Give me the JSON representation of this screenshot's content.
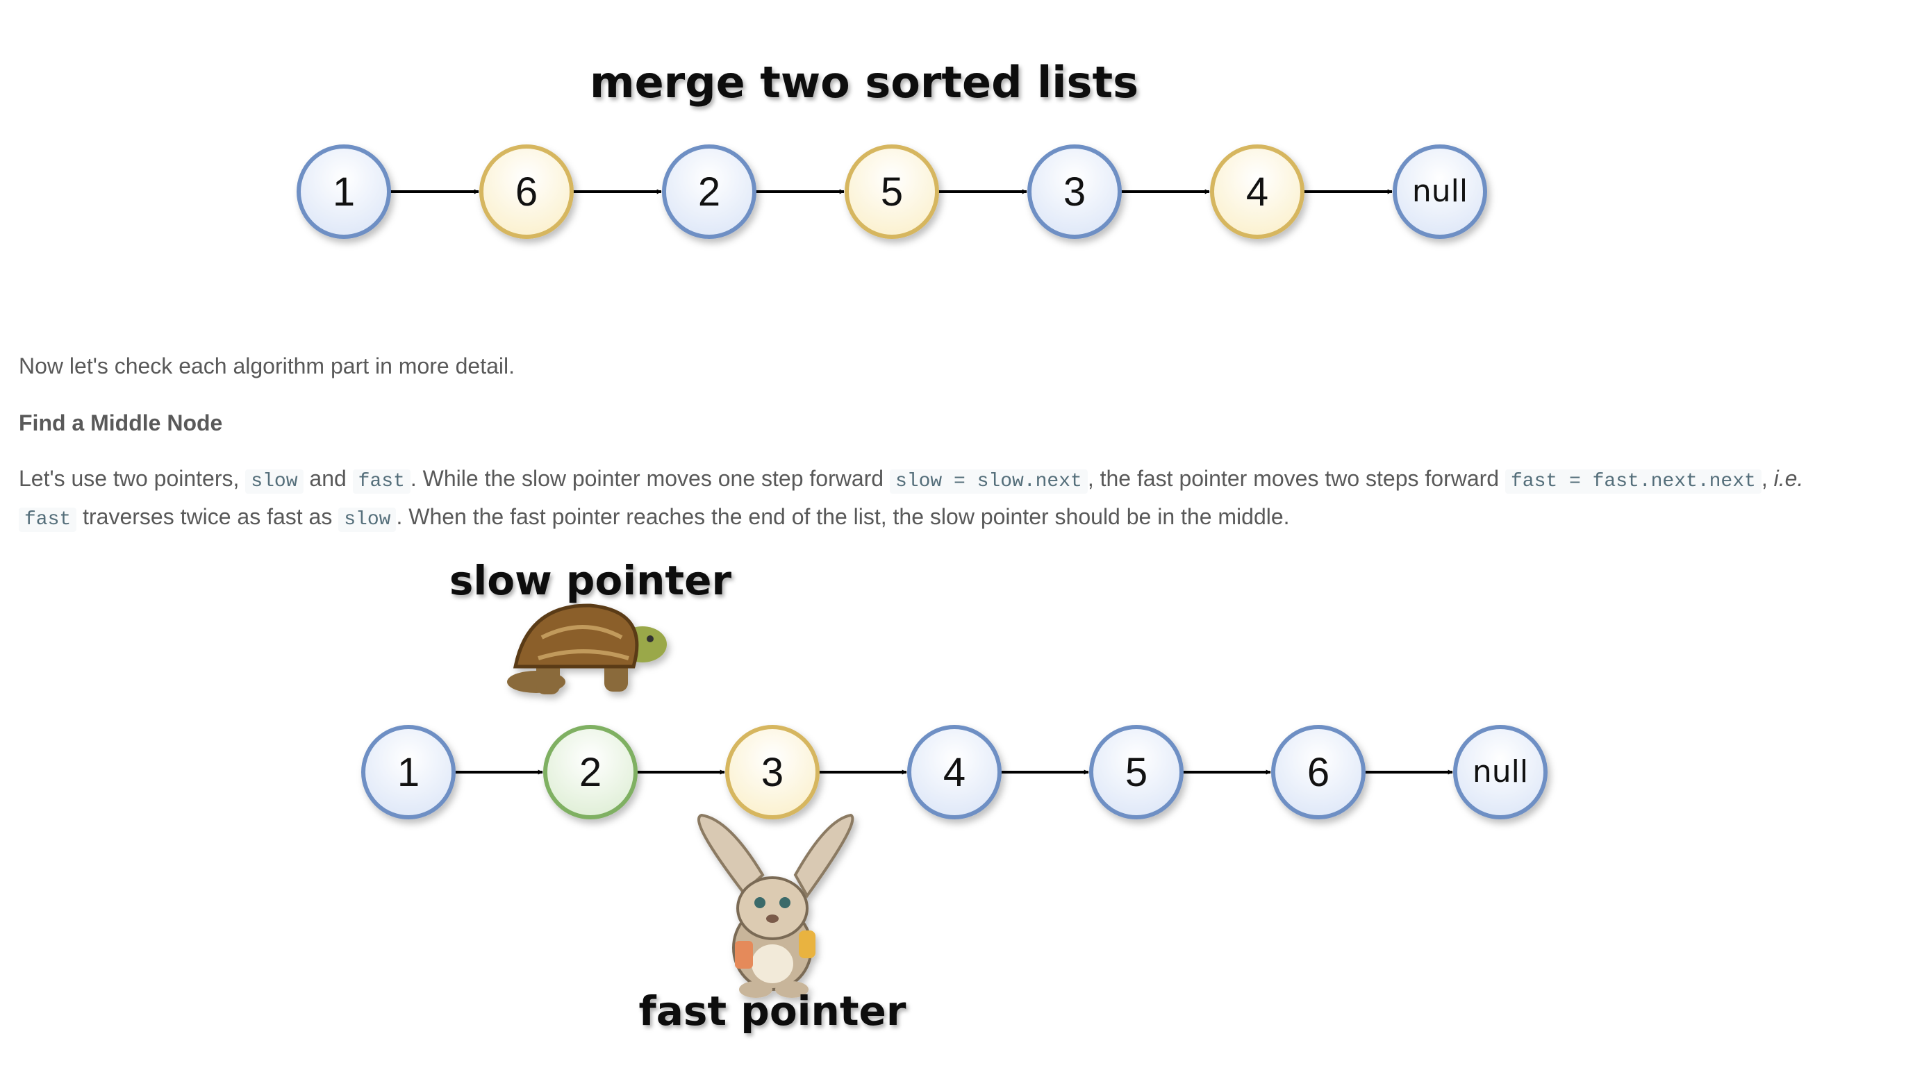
{
  "figure1": {
    "title": "merge two sorted lists",
    "nodes": [
      {
        "label": "1",
        "color": "blue"
      },
      {
        "label": "6",
        "color": "yellow"
      },
      {
        "label": "2",
        "color": "blue"
      },
      {
        "label": "5",
        "color": "yellow"
      },
      {
        "label": "3",
        "color": "blue"
      },
      {
        "label": "4",
        "color": "yellow"
      },
      {
        "label": "null",
        "color": "blue"
      }
    ]
  },
  "intro_text": "Now let's check each algorithm part in more detail.",
  "section_heading": "Find a Middle Node",
  "paragraph": {
    "p1": "Let's use two pointers, ",
    "c1": "slow",
    "p2": " and ",
    "c2": "fast",
    "p3": ". While the slow pointer moves one step forward ",
    "c3": "slow = slow.next",
    "p4": ", the fast pointer moves two steps forward ",
    "c4": "fast = fast.next.next",
    "p5": ", ",
    "em1": "i.e.",
    "p6": " ",
    "c5": "fast",
    "p7": " traverses twice as fast as ",
    "c6": "slow",
    "p8": ". When the fast pointer reaches the end of the list, the slow pointer should be in the middle."
  },
  "figure2": {
    "slow_label": "slow pointer",
    "fast_label": "fast pointer",
    "nodes": [
      {
        "label": "1",
        "color": "blue"
      },
      {
        "label": "2",
        "color": "green"
      },
      {
        "label": "3",
        "color": "yellow"
      },
      {
        "label": "4",
        "color": "blue"
      },
      {
        "label": "5",
        "color": "blue"
      },
      {
        "label": "6",
        "color": "blue"
      },
      {
        "label": "null",
        "color": "blue"
      }
    ]
  },
  "colors": {
    "blue_stroke": "#6e8fc4",
    "blue_fill": "#eef3fc",
    "yellow_stroke": "#d6b65e",
    "yellow_fill": "#fdf8e6",
    "green_stroke": "#7fb062",
    "green_fill": "#eef6ea",
    "text": "#595959",
    "code_text": "#546e7a",
    "code_bg": "#f7f9fa"
  }
}
